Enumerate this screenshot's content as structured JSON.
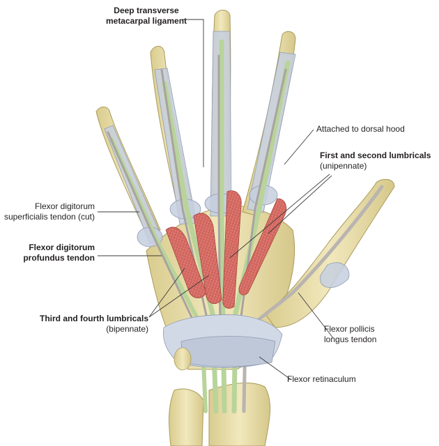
{
  "labels": {
    "deep_transverse": [
      "Deep transverse",
      "metacarpal ligament"
    ],
    "dorsal_hood": "Attached to dorsal hood",
    "first_second_lumbricals": "First and second lumbricals",
    "unipennate": "(unipennate)",
    "fds_tendon": [
      "Flexor digitorum",
      "superficialis tendon (cut)"
    ],
    "fdp_tendon": [
      "Flexor digitorum",
      "profundus tendon"
    ],
    "third_fourth_lumbricals": "Third and fourth lumbricals",
    "bipennate": "(bipennate)",
    "fpl_tendon": [
      "Flexor pollicis",
      "longus tendon"
    ],
    "flexor_retinaculum": "Flexor retinaculum"
  },
  "colors": {
    "bone": "#e9dfae",
    "sheath": "#c5cfdf",
    "fdp_tendon": "#b8d49a",
    "tendon_grey": "#b9b4b0",
    "muscle": "#e0726a",
    "leader": "#3a3a3a"
  }
}
